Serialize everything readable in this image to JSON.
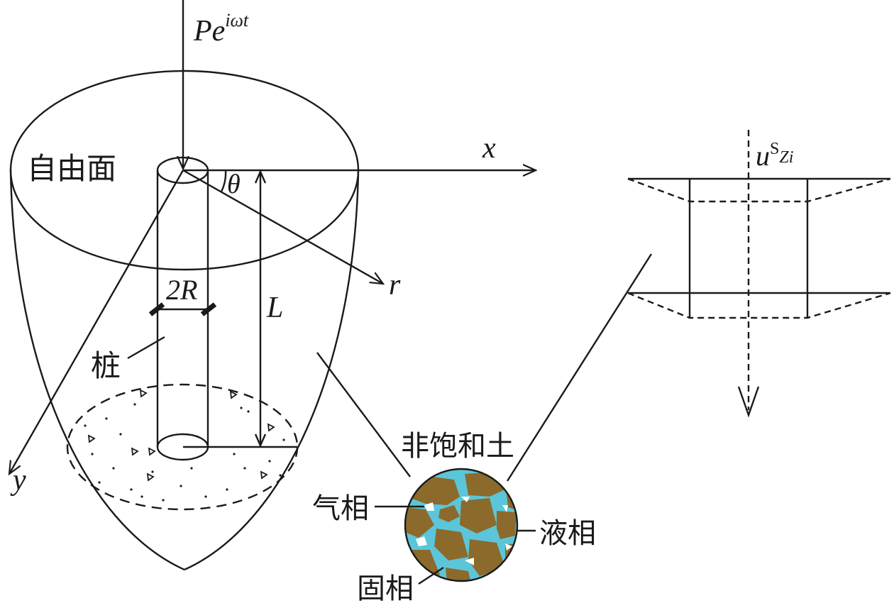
{
  "load": {
    "P": "P",
    "e": "e",
    "exp": "iωt"
  },
  "labels": {
    "free_surface": "自由面",
    "pile": "桩",
    "unsaturated_soil": "非饱和土",
    "gas_phase": "气相",
    "liquid_phase": "液相",
    "solid_phase": "固相"
  },
  "axes": {
    "x": "x",
    "y": "y",
    "r": "r",
    "theta": "θ"
  },
  "dims": {
    "diameter": "2R",
    "length": "L"
  },
  "element": {
    "u": "u",
    "sup": "S",
    "sub": "Zi"
  },
  "colors": {
    "liquid": "#5bc6d9",
    "solid": "#8c6a2c",
    "gas": "#ffffff",
    "line": "#1a1a1a"
  }
}
